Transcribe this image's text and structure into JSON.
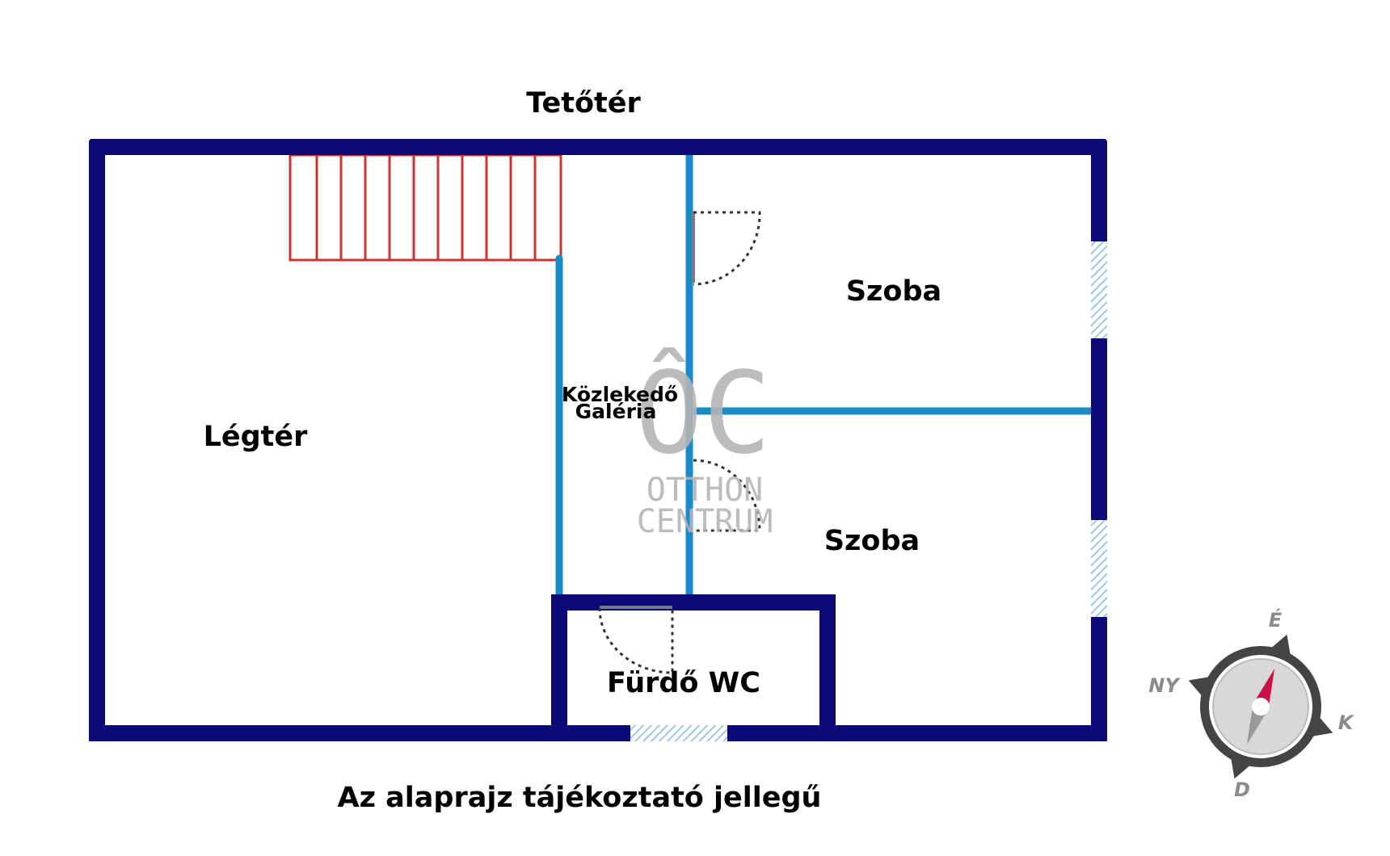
{
  "title": "Tetőtér",
  "rooms": {
    "legter": "Légtér",
    "kozlekedo_line1": "Közlekedő",
    "kozlekedo_line2": "Galéria",
    "szoba_top": "Szoba",
    "szoba_bottom": "Szoba",
    "furdo": "Fürdő WC"
  },
  "footer_note": "Az alaprajz tájékoztató jellegű",
  "watermark": {
    "logo": "ÔC",
    "line1": "OTTHON",
    "line2": "CENTRUM"
  },
  "compass": {
    "north": "É",
    "east": "K",
    "south": "D",
    "west": "NY"
  },
  "colors": {
    "outer_wall": "#0a0a78",
    "inner_wall": "#1a8bc9",
    "stairs": "#cc3333",
    "window": "#9cc7e8",
    "door_leaf": "#7a7a7a",
    "compass_needle_north": "#cc1144"
  }
}
